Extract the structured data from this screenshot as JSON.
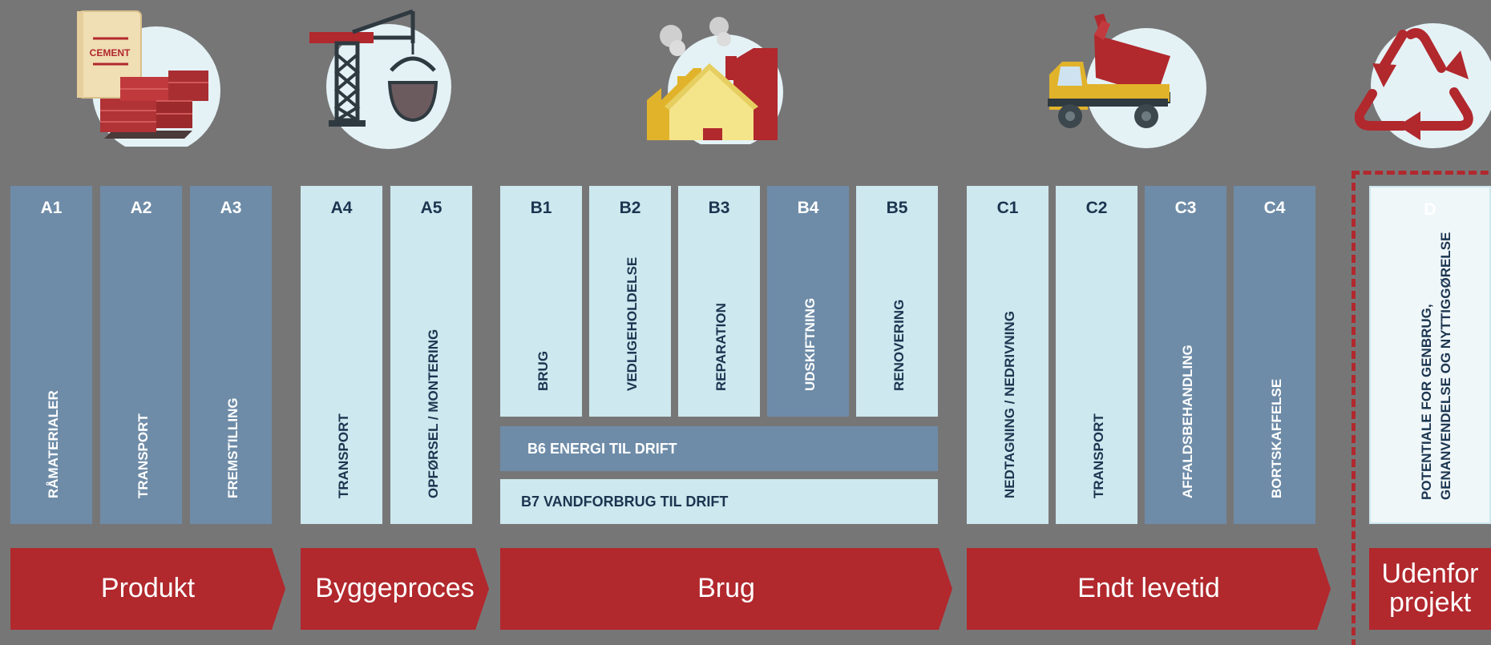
{
  "columns": [
    {
      "code": "A1",
      "label": "RÅMATERIALER",
      "tone": "dark"
    },
    {
      "code": "A2",
      "label": "TRANSPORT",
      "tone": "dark"
    },
    {
      "code": "A3",
      "label": "FREMSTILLING",
      "tone": "dark"
    },
    {
      "code": "A4",
      "label": "TRANSPORT",
      "tone": "light"
    },
    {
      "code": "A5",
      "label": "OPFØRSEL / MONTERING",
      "tone": "light"
    },
    {
      "code": "B1",
      "label": "BRUG",
      "tone": "light"
    },
    {
      "code": "B2",
      "label": "VEDLIGEHOLDELSE",
      "tone": "light"
    },
    {
      "code": "B3",
      "label": "REPARATION",
      "tone": "light"
    },
    {
      "code": "B4",
      "label": "UDSKIFTNING",
      "tone": "dark"
    },
    {
      "code": "B5",
      "label": "RENOVERING",
      "tone": "light"
    },
    {
      "code": "C1",
      "label": "NEDTAGNING / NEDRIVNING",
      "tone": "light"
    },
    {
      "code": "C2",
      "label": "TRANSPORT",
      "tone": "light"
    },
    {
      "code": "C3",
      "label": "AFFALDSBEHANDLING",
      "tone": "dark"
    },
    {
      "code": "C4",
      "label": "BORTSKAFFELSE",
      "tone": "dark"
    }
  ],
  "module_d": {
    "code": "D",
    "line1": "POTENTIALE FOR GENBRUG,",
    "line2": "GENANVENDELSE OG NYTTIGGØRELSE"
  },
  "b6": "B6 ENERGI TIL DRIFT",
  "b7": "B7  VANDFORBRUG TIL DRIFT",
  "stages": [
    "Produkt",
    "Byggeproces",
    "Brug",
    "Endt levetid"
  ],
  "stage_outside": {
    "line1": "Udenfor",
    "line2": "projekt"
  },
  "icons": {
    "cement_bag_text": "CEMENT",
    "product": "cement-bricks-icon",
    "construction": "crane-icon",
    "use": "house-factory-icon",
    "end_of_life": "dump-truck-icon",
    "outside": "recycle-icon"
  },
  "colors": {
    "background": "#777677",
    "dark_bar": "#6e8ca8",
    "light_bar": "#cde8ee",
    "stage": "#b1282d",
    "text_dark": "#1b3550"
  }
}
